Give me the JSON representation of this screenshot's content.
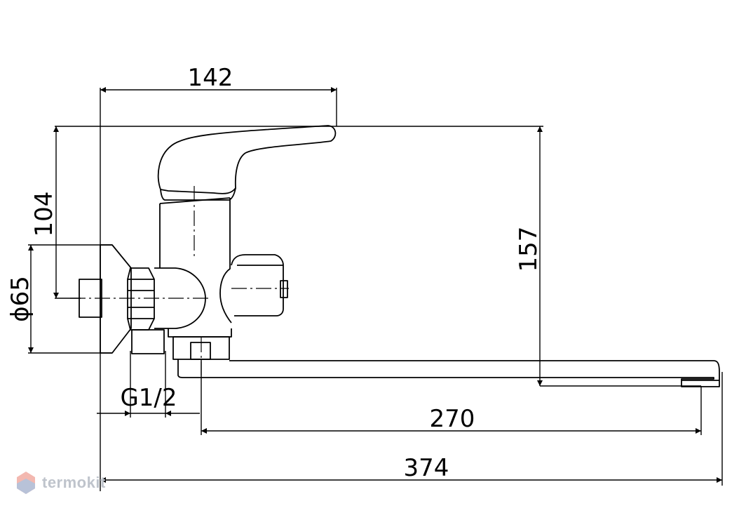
{
  "dimensions": {
    "width_top": "142",
    "height_handle": "104",
    "diameter_flange": "ϕ65",
    "height_total": "157",
    "thread": "G1/2",
    "spout_reach": "270",
    "overall_length": "374"
  },
  "watermark": {
    "brand": "termokit"
  },
  "colors": {
    "line": "#000000",
    "watermark": "#bfc4cc"
  }
}
